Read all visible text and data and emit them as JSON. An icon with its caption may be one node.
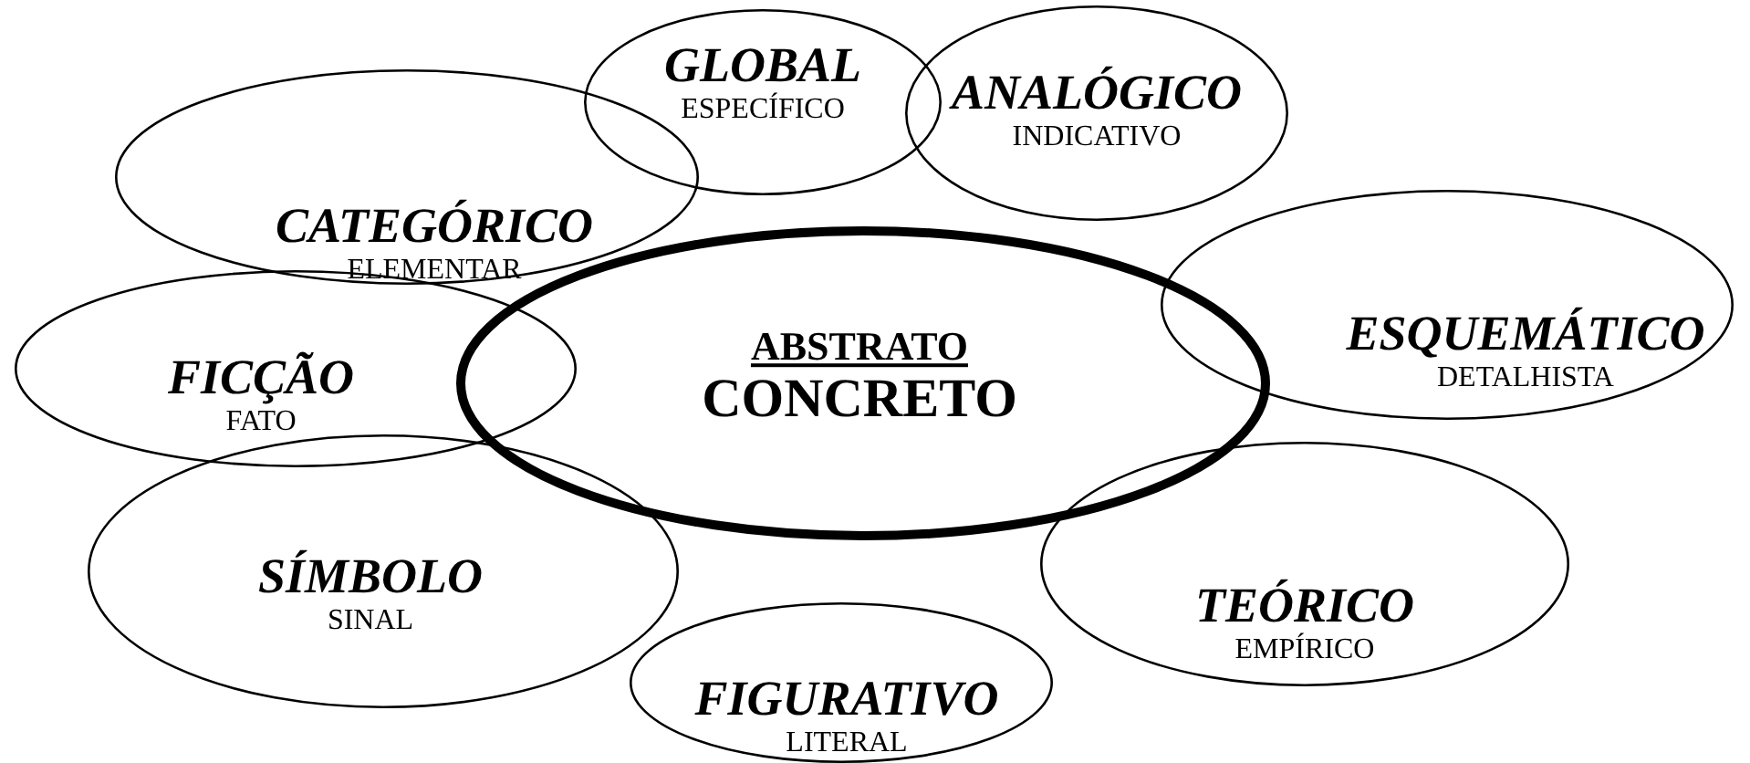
{
  "diagram": {
    "nodes": [
      {
        "text": [
          "GLOBAL",
          "ESPECÍFICO"
        ]
      },
      {
        "text": [
          "ANALÓGICO",
          "INDICATIVO"
        ]
      },
      {
        "text": [
          "CATEGÓRICO",
          "ELEMENTAR"
        ]
      },
      {
        "text": [
          "ESQUEMÁTICO",
          "DETALHISTA"
        ]
      },
      {
        "text": [
          "FICÇÃO",
          "FATO"
        ]
      },
      {
        "text": [
          "ABSTRATO",
          "CONCRETO"
        ]
      },
      {
        "text": [
          "SÍMBOLO",
          "SINAL"
        ]
      },
      {
        "text": [
          "TEÓRICO",
          "EMPÍRICO"
        ]
      },
      {
        "text": [
          "FIGURATIVO",
          "LITERAL"
        ]
      }
    ]
  }
}
